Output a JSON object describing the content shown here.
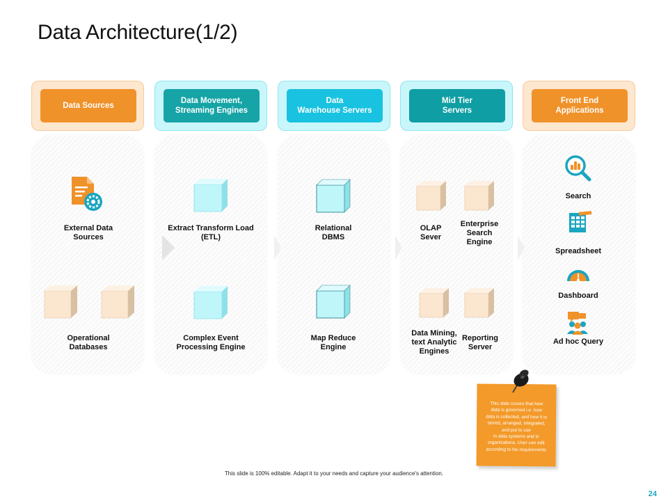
{
  "title": "Data Architecture(1/2)",
  "headers": [
    {
      "label": "Data Sources",
      "color": "#f0922a"
    },
    {
      "label": "Data Movement,\nStreaming Engines",
      "color": "#16a4a6"
    },
    {
      "label": "Data\nWarehouse Servers",
      "color": "#19c2e0"
    },
    {
      "label": "Mid Tier\nServers",
      "color": "#0f9ea3"
    },
    {
      "label": "Front End\nApplications",
      "color": "#f0922a"
    }
  ],
  "columns": [
    {
      "items": [
        {
          "label": "External Data\nSources",
          "icon": "document-gear-icon"
        },
        {
          "label": "Operational\nDatabases",
          "icon": "cube-icon"
        }
      ]
    },
    {
      "items": [
        {
          "label": "Extract Transform Load\n(ETL)",
          "icon": "cube-icon"
        },
        {
          "label": "Complex Event\nProcessing Engine",
          "icon": "cube-icon"
        }
      ]
    },
    {
      "items": [
        {
          "label": "Relational\nDBMS",
          "icon": "cube-icon"
        },
        {
          "label": "Map Reduce\nEngine",
          "icon": "cube-icon"
        }
      ]
    },
    {
      "items": [
        {
          "label": "OLAP\nSever",
          "icon": "cube-icon"
        },
        {
          "label": "Enterprise\nSearch\nEngine",
          "icon": "cube-icon"
        },
        {
          "label": "Data Mining,\ntext Analytic\nEngines",
          "icon": "cube-icon"
        },
        {
          "label": "Reporting\nServer",
          "icon": "cube-icon"
        }
      ]
    },
    {
      "items": [
        {
          "label": "Search",
          "icon": "search-icon"
        },
        {
          "label": "Spreadsheet",
          "icon": "spreadsheet-icon"
        },
        {
          "label": "Dashboard",
          "icon": "dashboard-icon"
        },
        {
          "label": "Ad hoc Query",
          "icon": "people-query-icon"
        }
      ]
    }
  ],
  "note": {
    "text": "This slide covers that how\ndata is governed  i.e. how\ndata is collected, and how it is\nstored, arranged, integrated,\nand put to use\nin data systems and in\norganizations. User can edit\naccording to his requirements"
  },
  "footer": "This slide is 100% editable. Adapt it to your needs and capture your audience's attention.",
  "page_number": "24",
  "colors": {
    "cube_cyan": "#bff6fa",
    "cube_peach": "#fbe6d0",
    "accent_teal": "#1aa5c0",
    "note_orange": "#f39a2a"
  }
}
